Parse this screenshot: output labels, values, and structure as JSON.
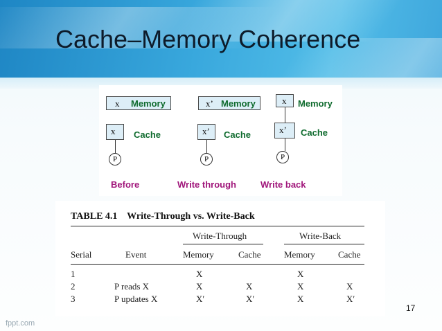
{
  "slide": {
    "title": "Cache–Memory Coherence",
    "page_number": "17",
    "watermark": "fppt.com"
  },
  "diagram": {
    "panels": [
      {
        "memory_value": "x",
        "memory_label": "Memory",
        "cache_value": "x",
        "cache_label": "Cache",
        "processor": "P",
        "caption": "Before"
      },
      {
        "memory_value": "x’",
        "memory_label": "Memory",
        "cache_value": "x’",
        "cache_label": "Cache",
        "processor": "P",
        "caption": "Write through"
      },
      {
        "memory_value": "x",
        "memory_label": "Memory",
        "cache_value": "x’",
        "cache_label": "Cache",
        "processor": "P",
        "caption": "Write back"
      }
    ],
    "colors": {
      "label": "#0f6b2e",
      "caption": "#a0157a",
      "box_fill": "#ddeef7"
    }
  },
  "table": {
    "title": "TABLE 4.1    Write-Through vs. Write-Back",
    "group_headers": [
      "Write-Through",
      "Write-Back"
    ],
    "columns": [
      "Serial",
      "Event",
      "Memory",
      "Cache",
      "Memory",
      "Cache"
    ],
    "rows": [
      [
        "1",
        "",
        "X",
        "",
        "X",
        ""
      ],
      [
        "2",
        "P reads X",
        "X",
        "X",
        "X",
        "X"
      ],
      [
        "3",
        "P updates X",
        "X′",
        "X′",
        "X",
        "X′"
      ]
    ]
  }
}
